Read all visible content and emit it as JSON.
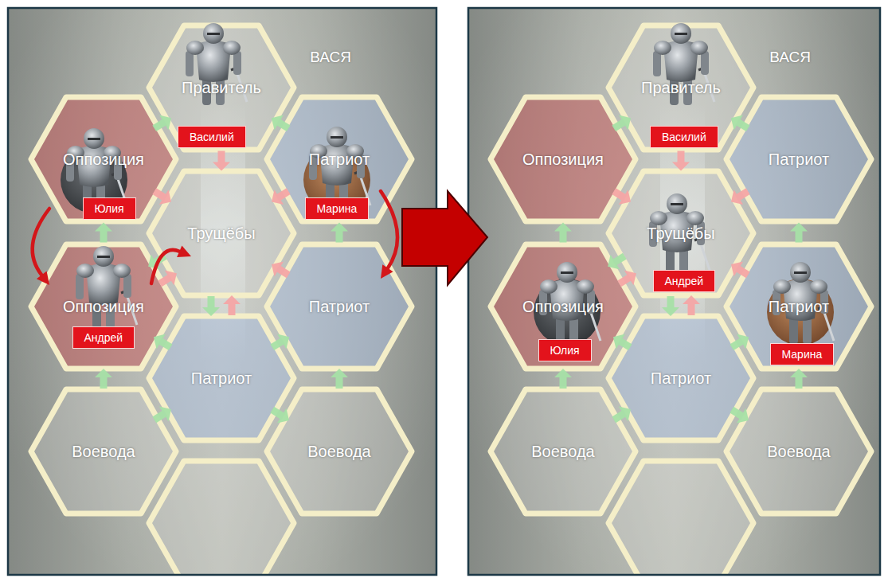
{
  "diagram": {
    "nodes": [
      {
        "text": [
          "Правитель"
        ]
      },
      {
        "text": [
          "Василий"
        ],
        "in": 0
      },
      {
        "text": [
          "Оппозиция"
        ]
      },
      {
        "text": [
          "Юлия"
        ],
        "in": 2
      },
      {
        "text": [
          "Патриот"
        ]
      },
      {
        "text": [
          "Марина"
        ],
        "in": 4
      },
      {
        "text": [
          "Трущёбы"
        ]
      },
      {
        "text": [
          "Оппозиция"
        ]
      },
      {
        "text": [
          "Андрей"
        ],
        "in": 7
      },
      {
        "text": [
          "Патриот"
        ]
      },
      {
        "text": [
          "Патриот"
        ]
      },
      {
        "text": [
          "Воевода"
        ]
      },
      {
        "text": [
          "Воевода"
        ]
      },
      {
        "text": [
          "Правитель"
        ]
      },
      {
        "text": [
          "Василий"
        ],
        "in": 13
      },
      {
        "text": [
          "Оппозиция"
        ]
      },
      {
        "text": [
          "Патриот"
        ]
      },
      {
        "text": [
          "Трущёбы"
        ]
      },
      {
        "text": [
          "Андрей"
        ],
        "in": 17
      },
      {
        "text": [
          "Оппозиция"
        ]
      },
      {
        "text": [
          "Юлия"
        ],
        "in": 19
      },
      {
        "text": [
          "Патриот"
        ]
      },
      {
        "text": [
          "Марина"
        ],
        "in": 21
      },
      {
        "text": [
          "Патриот"
        ]
      },
      {
        "text": [
          "Воевода"
        ]
      },
      {
        "text": [
          "Воевода"
        ]
      }
    ],
    "edges": [
      {
        "from": 2,
        "to": 0,
        "arrow": "to"
      },
      {
        "from": 4,
        "to": 0,
        "arrow": "to"
      },
      {
        "from": 0,
        "to": 6,
        "arrow": "to"
      },
      {
        "from": 2,
        "to": 6,
        "arrow": "to"
      },
      {
        "from": 4,
        "to": 6,
        "arrow": "to"
      },
      {
        "from": 7,
        "to": 2,
        "arrow": "to"
      },
      {
        "from": 9,
        "to": 4,
        "arrow": "to"
      },
      {
        "from": 6,
        "to": 7,
        "arrow": "to"
      },
      {
        "from": 7,
        "to": 6,
        "arrow": "to"
      },
      {
        "from": 9,
        "to": 6,
        "arrow": "to"
      },
      {
        "from": 6,
        "to": 10,
        "arrow": "to"
      },
      {
        "from": 10,
        "to": 6,
        "arrow": "to"
      },
      {
        "from": 10,
        "to": 7,
        "arrow": "to"
      },
      {
        "from": 10,
        "to": 9,
        "arrow": "to"
      },
      {
        "from": 11,
        "to": 7,
        "arrow": "to"
      },
      {
        "from": 12,
        "to": 9,
        "arrow": "to"
      },
      {
        "from": 11,
        "to": 10,
        "arrow": "to"
      },
      {
        "from": 10,
        "to": 12,
        "arrow": "to"
      },
      {
        "from": 2,
        "to": 7,
        "arrow": "to"
      },
      {
        "from": 7,
        "to": 6,
        "arrow": "to"
      },
      {
        "from": 4,
        "to": 9,
        "arrow": "to"
      },
      {
        "from": 15,
        "to": 13,
        "arrow": "to"
      },
      {
        "from": 16,
        "to": 13,
        "arrow": "to"
      },
      {
        "from": 13,
        "to": 17,
        "arrow": "to"
      },
      {
        "from": 15,
        "to": 17,
        "arrow": "to"
      },
      {
        "from": 16,
        "to": 17,
        "arrow": "to"
      },
      {
        "from": 19,
        "to": 15,
        "arrow": "to"
      },
      {
        "from": 21,
        "to": 16,
        "arrow": "to"
      },
      {
        "from": 17,
        "to": 19,
        "arrow": "to"
      },
      {
        "from": 19,
        "to": 17,
        "arrow": "to"
      },
      {
        "from": 21,
        "to": 17,
        "arrow": "to"
      },
      {
        "from": 17,
        "to": 23,
        "arrow": "to"
      },
      {
        "from": 23,
        "to": 17,
        "arrow": "to"
      },
      {
        "from": 23,
        "to": 19,
        "arrow": "to"
      },
      {
        "from": 23,
        "to": 21,
        "arrow": "to"
      },
      {
        "from": 24,
        "to": 19,
        "arrow": "to"
      },
      {
        "from": 25,
        "to": 21,
        "arrow": "to"
      },
      {
        "from": 24,
        "to": 23,
        "arrow": "to"
      },
      {
        "from": 23,
        "to": 25,
        "arrow": "to"
      }
    ],
    "labels": [
      "ВАСЯ",
      "ВАСЯ"
    ]
  }
}
